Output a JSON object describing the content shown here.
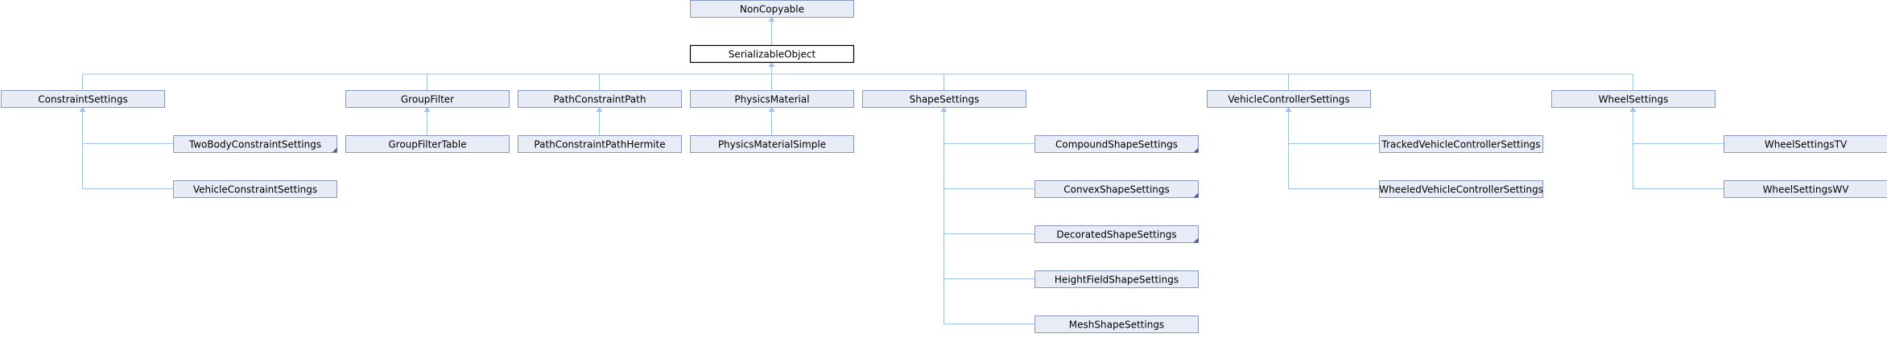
{
  "diagram": {
    "title": "",
    "colors": {
      "node_fill": "#e8ecf6",
      "node_border": "#8597c2",
      "current_node_border": "#000000",
      "edge": "#9ec1e8",
      "fold_mark": "#445b95"
    },
    "nodes": [
      {
        "id": "noncopyable",
        "label": "NonCopyable"
      },
      {
        "id": "serializableobject",
        "label": "SerializableObject",
        "current": true
      },
      {
        "id": "constraintsettings",
        "label": "ConstraintSettings"
      },
      {
        "id": "groupfilter",
        "label": "GroupFilter"
      },
      {
        "id": "pathconstraintpath",
        "label": "PathConstraintPath"
      },
      {
        "id": "physicsmaterial",
        "label": "PhysicsMaterial"
      },
      {
        "id": "shapesettings",
        "label": "ShapeSettings"
      },
      {
        "id": "vehiclecontrollersettings",
        "label": "VehicleControllerSettings"
      },
      {
        "id": "wheelsettings",
        "label": "WheelSettings"
      },
      {
        "id": "twobodyconstraintsettings",
        "label": "TwoBodyConstraintSettings",
        "has_more": true
      },
      {
        "id": "vehicleconstraintsettings",
        "label": "VehicleConstraintSettings"
      },
      {
        "id": "groupfiltertable",
        "label": "GroupFilterTable"
      },
      {
        "id": "pathconstraintpathhermite",
        "label": "PathConstraintPathHermite"
      },
      {
        "id": "physicsmaterialsimple",
        "label": "PhysicsMaterialSimple"
      },
      {
        "id": "compoundshapesettings",
        "label": "CompoundShapeSettings",
        "has_more": true
      },
      {
        "id": "convexshapesettings",
        "label": "ConvexShapeSettings",
        "has_more": true
      },
      {
        "id": "decoratedshapesettings",
        "label": "DecoratedShapeSettings",
        "has_more": true
      },
      {
        "id": "heightfieldshapesettings",
        "label": "HeightFieldShapeSettings"
      },
      {
        "id": "meshshapesettings",
        "label": "MeshShapeSettings"
      },
      {
        "id": "trackedvehiclecontrollersettings",
        "label": "TrackedVehicleControllerSettings"
      },
      {
        "id": "wheeledvehiclecontrollersettings",
        "label": "WheeledVehicleControllerSettings"
      },
      {
        "id": "wheelsettingstv",
        "label": "WheelSettingsTV"
      },
      {
        "id": "wheelsettingswv",
        "label": "WheelSettingsWV"
      }
    ],
    "edges": [
      {
        "from": "serializableobject",
        "to": "noncopyable"
      },
      {
        "from": "constraintsettings",
        "to": "serializableobject"
      },
      {
        "from": "groupfilter",
        "to": "serializableobject"
      },
      {
        "from": "pathconstraintpath",
        "to": "serializableobject"
      },
      {
        "from": "physicsmaterial",
        "to": "serializableobject"
      },
      {
        "from": "shapesettings",
        "to": "serializableobject"
      },
      {
        "from": "vehiclecontrollersettings",
        "to": "serializableobject"
      },
      {
        "from": "wheelsettings",
        "to": "serializableobject"
      },
      {
        "from": "twobodyconstraintsettings",
        "to": "constraintsettings"
      },
      {
        "from": "vehicleconstraintsettings",
        "to": "constraintsettings"
      },
      {
        "from": "groupfiltertable",
        "to": "groupfilter"
      },
      {
        "from": "pathconstraintpathhermite",
        "to": "pathconstraintpath"
      },
      {
        "from": "physicsmaterialsimple",
        "to": "physicsmaterial"
      },
      {
        "from": "compoundshapesettings",
        "to": "shapesettings"
      },
      {
        "from": "convexshapesettings",
        "to": "shapesettings"
      },
      {
        "from": "decoratedshapesettings",
        "to": "shapesettings"
      },
      {
        "from": "heightfieldshapesettings",
        "to": "shapesettings"
      },
      {
        "from": "meshshapesettings",
        "to": "shapesettings"
      },
      {
        "from": "trackedvehiclecontrollersettings",
        "to": "vehiclecontrollersettings"
      },
      {
        "from": "wheeledvehiclecontrollersettings",
        "to": "vehiclecontrollersettings"
      },
      {
        "from": "wheelsettingstv",
        "to": "wheelsettings"
      },
      {
        "from": "wheelsettingswv",
        "to": "wheelsettings"
      }
    ]
  }
}
